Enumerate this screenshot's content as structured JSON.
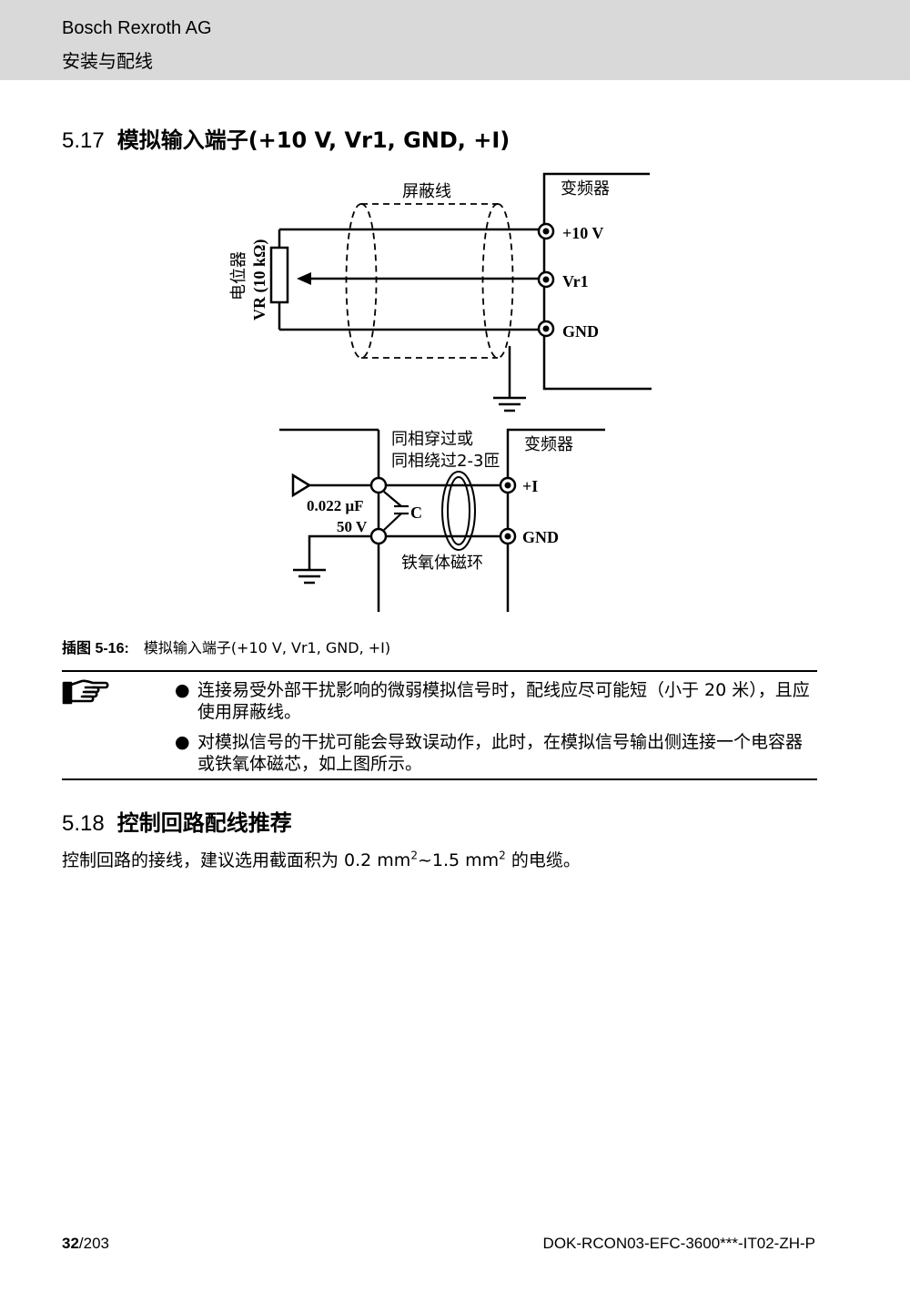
{
  "header": {
    "company": "Bosch Rexroth AG",
    "chapter": "安装与配线"
  },
  "section_517": {
    "number": "5.17",
    "title": "模拟输入端子(+10 V, Vr1, GND, +I)"
  },
  "diagram_top": {
    "shield_label": "屏蔽线",
    "drive_label": "变频器",
    "pot_label_cn": "电位器",
    "pot_label_en": "VR (10 kΩ)",
    "terminals": [
      "+10 V",
      "Vr1",
      "GND"
    ]
  },
  "diagram_bottom": {
    "wrap_label_1": "同相穿过或",
    "wrap_label_2": "同相绕过2-3匝",
    "drive_label": "变频器",
    "cap_value_1": "0.022 μF",
    "cap_value_2": "50 V",
    "cap_name": "C",
    "ferrite_label": "铁氧体磁环",
    "terminals": [
      "+I",
      "GND"
    ]
  },
  "caption": {
    "label": "插图 5-16:",
    "text": "模拟输入端子(+10 V, Vr1, GND, +I)"
  },
  "notes": [
    {
      "bullet": "●",
      "text": "连接易受外部干扰影响的微弱模拟信号时，配线应尽可能短（小于 20 米），且应使用屏蔽线。"
    },
    {
      "bullet": "●",
      "text": "对模拟信号的干扰可能会导致误动作，此时，在模拟信号输出侧连接一个电容器或铁氧体磁芯，如上图所示。"
    }
  ],
  "section_518": {
    "number": "5.18",
    "title": "控制回路配线推荐"
  },
  "body": {
    "text_before": "控制回路的接线，建议选用截面积为 0.2 mm",
    "sup1": "2",
    "text_mid": "~1.5 mm",
    "sup2": "2",
    "text_after": " 的电缆。"
  },
  "footer": {
    "page_current": "32",
    "page_total": "/203",
    "doc_id": "DOK-RCON03-EFC-3600***-IT02-ZH-P"
  }
}
